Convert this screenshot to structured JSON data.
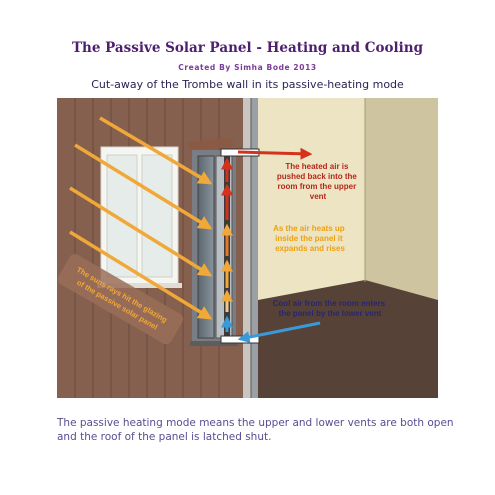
{
  "title": "The Passive Solar Panel - Heating and Cooling",
  "subtitle": "Created By Simha Bode 2013",
  "caption_top": "Cut-away of the Trombe wall in its passive-heating mode",
  "labels": {
    "heated_air": [
      "The heated air is",
      "pushed back into the",
      "room from the upper",
      "vent"
    ],
    "air_heats": [
      "As the air heats up",
      "inside the panel it",
      "expands and rises"
    ],
    "cool_air": [
      "Cool air from the room enters",
      "the panel by the lower vent"
    ],
    "sun_rays": [
      "The suns rays hit the glazing",
      "of the passive solar panel"
    ]
  },
  "footer": "The passive heating mode means the upper and lower vents are both open and the roof of the panel is latched shut.",
  "colors": {
    "title": "#4d1f6e",
    "heated_label": "#b8261c",
    "heats_label": "#f0a010",
    "cool_label": "#2a2570",
    "siding": "#85604f",
    "floor": "#574238",
    "room_wall": "#e9e1bd",
    "sun_ray": "#f0a838",
    "hot_arrow": "#d4321c",
    "cold_arrow": "#3a9ad8"
  }
}
